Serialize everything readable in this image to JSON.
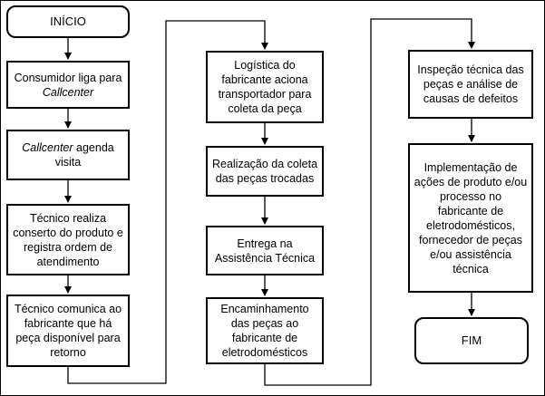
{
  "diagram": {
    "nodes": [
      {
        "id": "n1",
        "kind": "terminal",
        "text": "INÍCIO"
      },
      {
        "id": "n2",
        "kind": "process",
        "text": "Consumidor liga para",
        "italic_text": "Callcenter"
      },
      {
        "id": "n3",
        "kind": "process",
        "italic_text": "Callcenter",
        "text": " agenda visita"
      },
      {
        "id": "n4",
        "kind": "process",
        "text": "Técnico realiza conserto do produto e registra ordem de atendimento"
      },
      {
        "id": "n5",
        "kind": "process",
        "text": "Técnico comunica ao fabricante que há peça disponível para retorno"
      },
      {
        "id": "n6",
        "kind": "process",
        "text": "Logística do fabricante aciona transportador para coleta da peça"
      },
      {
        "id": "n7",
        "kind": "process",
        "text": "Realização da coleta das peças trocadas"
      },
      {
        "id": "n8",
        "kind": "process",
        "text": "Entrega na Assistência Técnica"
      },
      {
        "id": "n9",
        "kind": "process",
        "text": "Encaminhamento das peças ao fabricante de eletrodomésticos"
      },
      {
        "id": "n10",
        "kind": "process",
        "text": "Inspeção técnica das peças e análise de causas de defeitos"
      },
      {
        "id": "n11",
        "kind": "process",
        "text": "Implementação de ações de produto e/ou processo no fabricante de eletrodomésticos, fornecedor de peças e/ou assistência técnica"
      },
      {
        "id": "n12",
        "kind": "terminal",
        "text": "FIM"
      }
    ],
    "edges": [
      {
        "from": "n1",
        "to": "n2"
      },
      {
        "from": "n2",
        "to": "n3"
      },
      {
        "from": "n3",
        "to": "n4"
      },
      {
        "from": "n4",
        "to": "n5"
      },
      {
        "from": "n5",
        "to": "n6"
      },
      {
        "from": "n6",
        "to": "n7"
      },
      {
        "from": "n7",
        "to": "n8"
      },
      {
        "from": "n8",
        "to": "n9"
      },
      {
        "from": "n9",
        "to": "n10"
      },
      {
        "from": "n10",
        "to": "n11"
      },
      {
        "from": "n11",
        "to": "n12"
      }
    ]
  }
}
